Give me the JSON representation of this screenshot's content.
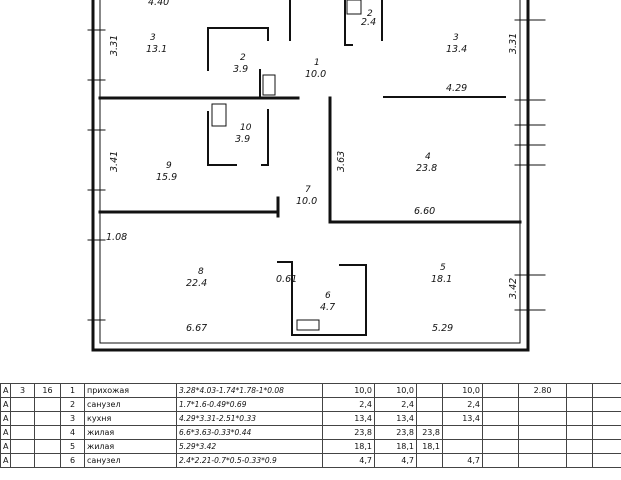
{
  "plan": {
    "rooms": [
      {
        "id": "room-3-top-left",
        "number": "3",
        "area": "13.1"
      },
      {
        "id": "room-2-left",
        "number": "2",
        "area": "3.9"
      },
      {
        "id": "room-2-top",
        "number": "2",
        "area": "2.4"
      },
      {
        "id": "room-1",
        "number": "1",
        "area": "10.0"
      },
      {
        "id": "room-3-top-right",
        "number": "3",
        "area": "13.4"
      },
      {
        "id": "room-10",
        "number": "10",
        "area": "3.9"
      },
      {
        "id": "room-9",
        "number": "9",
        "area": "15.9"
      },
      {
        "id": "room-4",
        "number": "4",
        "area": "23.8"
      },
      {
        "id": "room-7",
        "number": "7",
        "area": "10.0"
      },
      {
        "id": "room-8",
        "number": "8",
        "area": "22.4"
      },
      {
        "id": "room-6",
        "number": "6",
        "area": "4.7"
      },
      {
        "id": "room-5",
        "number": "5",
        "area": "18.1"
      }
    ],
    "dimensions": [
      "4.40",
      "3.31",
      "3.31",
      "4.29",
      "3.41",
      "3.63",
      "6.60",
      "1.08",
      "0.61",
      "3.42",
      "6.67",
      "5.29"
    ]
  },
  "table": {
    "rows": [
      {
        "c0": "A",
        "c1": "3",
        "c2": "16",
        "c3": "1",
        "name": "прихожая",
        "formula": "3.28*4.03-1.74*1.78-1*0.08",
        "v1": "10,0",
        "v2": "10,0",
        "v3": "",
        "v4": "10,0",
        "v5": "",
        "extra": "2.80"
      },
      {
        "c0": "A",
        "c1": "",
        "c2": "",
        "c3": "2",
        "name": "санузел",
        "formula": "1.7*1.6-0.49*0.69",
        "v1": "2,4",
        "v2": "2,4",
        "v3": "",
        "v4": "2,4",
        "v5": "",
        "extra": ""
      },
      {
        "c0": "A",
        "c1": "",
        "c2": "",
        "c3": "3",
        "name": "кухня",
        "formula": "4.29*3.31-2.51*0.33",
        "v1": "13,4",
        "v2": "13,4",
        "v3": "",
        "v4": "13,4",
        "v5": "",
        "extra": ""
      },
      {
        "c0": "A",
        "c1": "",
        "c2": "",
        "c3": "4",
        "name": "жилая",
        "formula": "6.6*3.63-0.33*0.44",
        "v1": "23,8",
        "v2": "23,8",
        "v3": "23,8",
        "v4": "",
        "v5": "",
        "extra": ""
      },
      {
        "c0": "A",
        "c1": "",
        "c2": "",
        "c3": "5",
        "name": "жилая",
        "formula": "5.29*3.42",
        "v1": "18,1",
        "v2": "18,1",
        "v3": "18,1",
        "v4": "",
        "v5": "",
        "extra": ""
      },
      {
        "c0": "A",
        "c1": "",
        "c2": "",
        "c3": "6",
        "name": "санузел",
        "formula": "2.4*2.21-0.7*0.5-0.33*0.9",
        "v1": "4,7",
        "v2": "4,7",
        "v3": "",
        "v4": "4,7",
        "v5": "",
        "extra": ""
      }
    ]
  }
}
